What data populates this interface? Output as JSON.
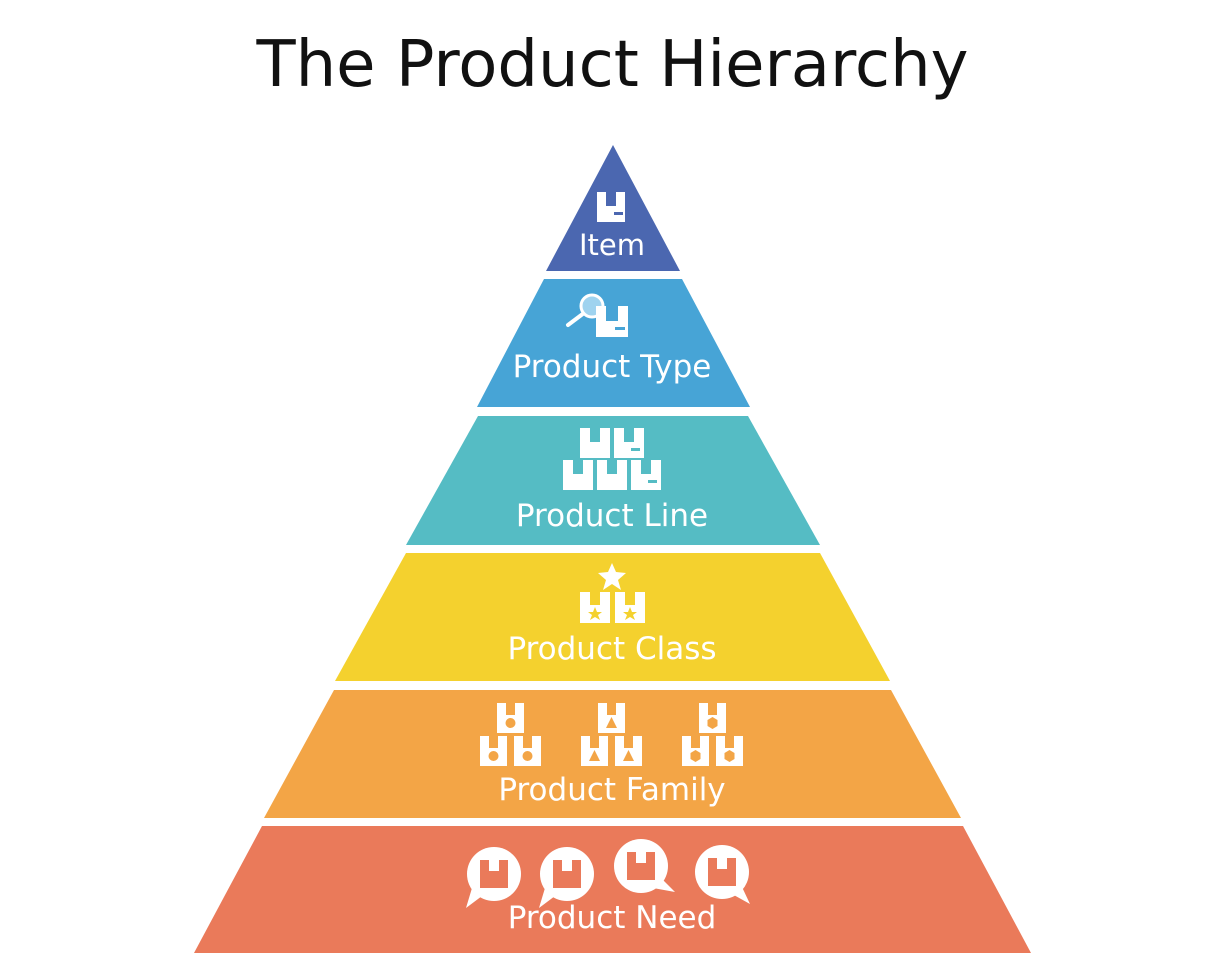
{
  "title": "The Product Hierarchy",
  "tiers": [
    {
      "label": "Item",
      "color": "#4B67B0",
      "icon": "box-icon"
    },
    {
      "label": "Product Type",
      "color": "#47A4D6",
      "icon": "magnifier-box-icon"
    },
    {
      "label": "Product Line",
      "color": "#55BCC4",
      "icon": "stacked-boxes-icon"
    },
    {
      "label": "Product Class",
      "color": "#F4D12E",
      "icon": "star-boxes-icon"
    },
    {
      "label": "Product Family",
      "color": "#F3A546",
      "icon": "shape-box-groups-icon"
    },
    {
      "label": "Product Need",
      "color": "#EA7A5A",
      "icon": "box-speech-bubbles-icon"
    }
  ]
}
